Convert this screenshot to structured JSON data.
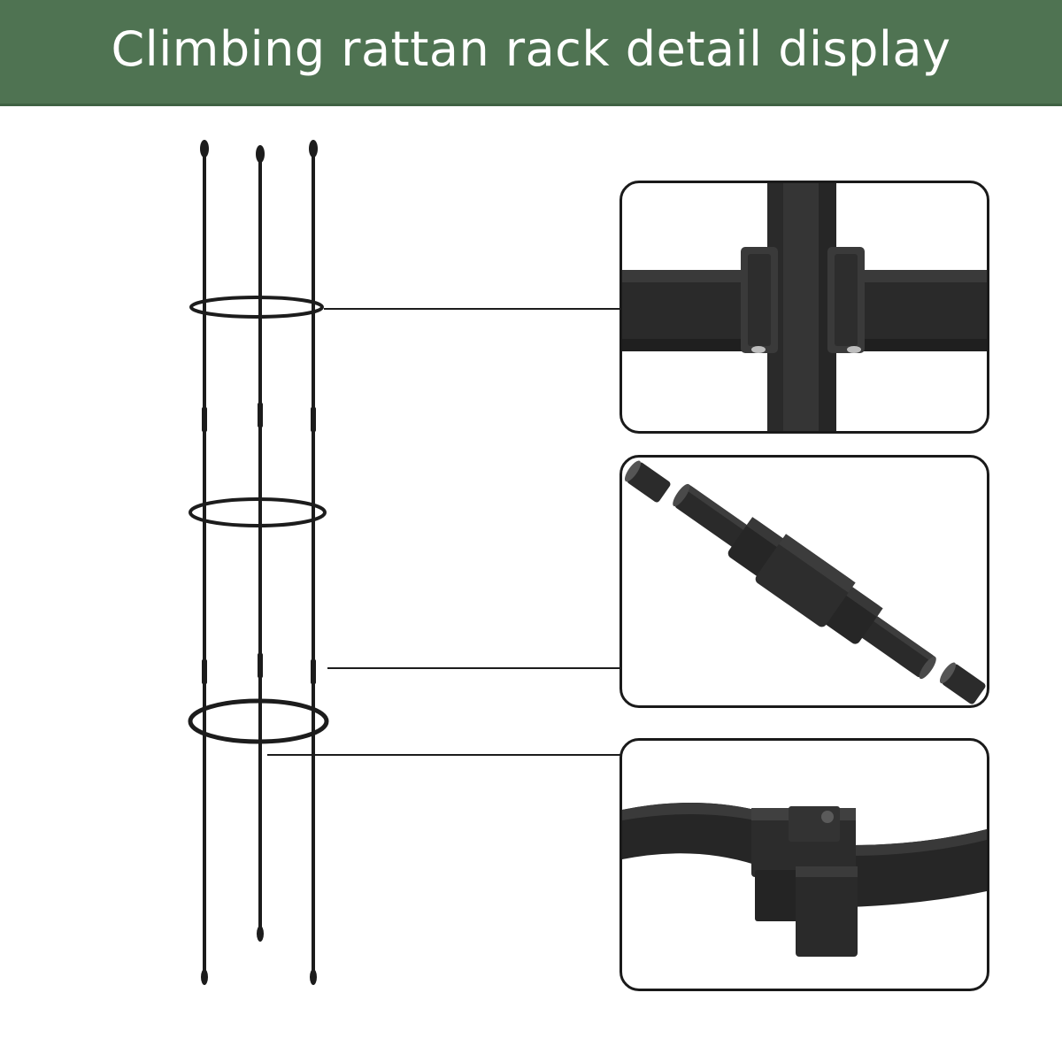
{
  "banner": {
    "title": "Climbing rattan rack detail display",
    "background_color": "#4f7352"
  },
  "illustration": {
    "name": "climbing-rattan-rack",
    "stake_count": 3,
    "ring_count": 3
  },
  "detail_panels": [
    {
      "name": "ring-stake-clip-detail",
      "subject": "ring clip on stake"
    },
    {
      "name": "stake-connector-detail",
      "subject": "stake joint connector"
    },
    {
      "name": "ring-joint-detail",
      "subject": "ring interlocking joint"
    }
  ]
}
